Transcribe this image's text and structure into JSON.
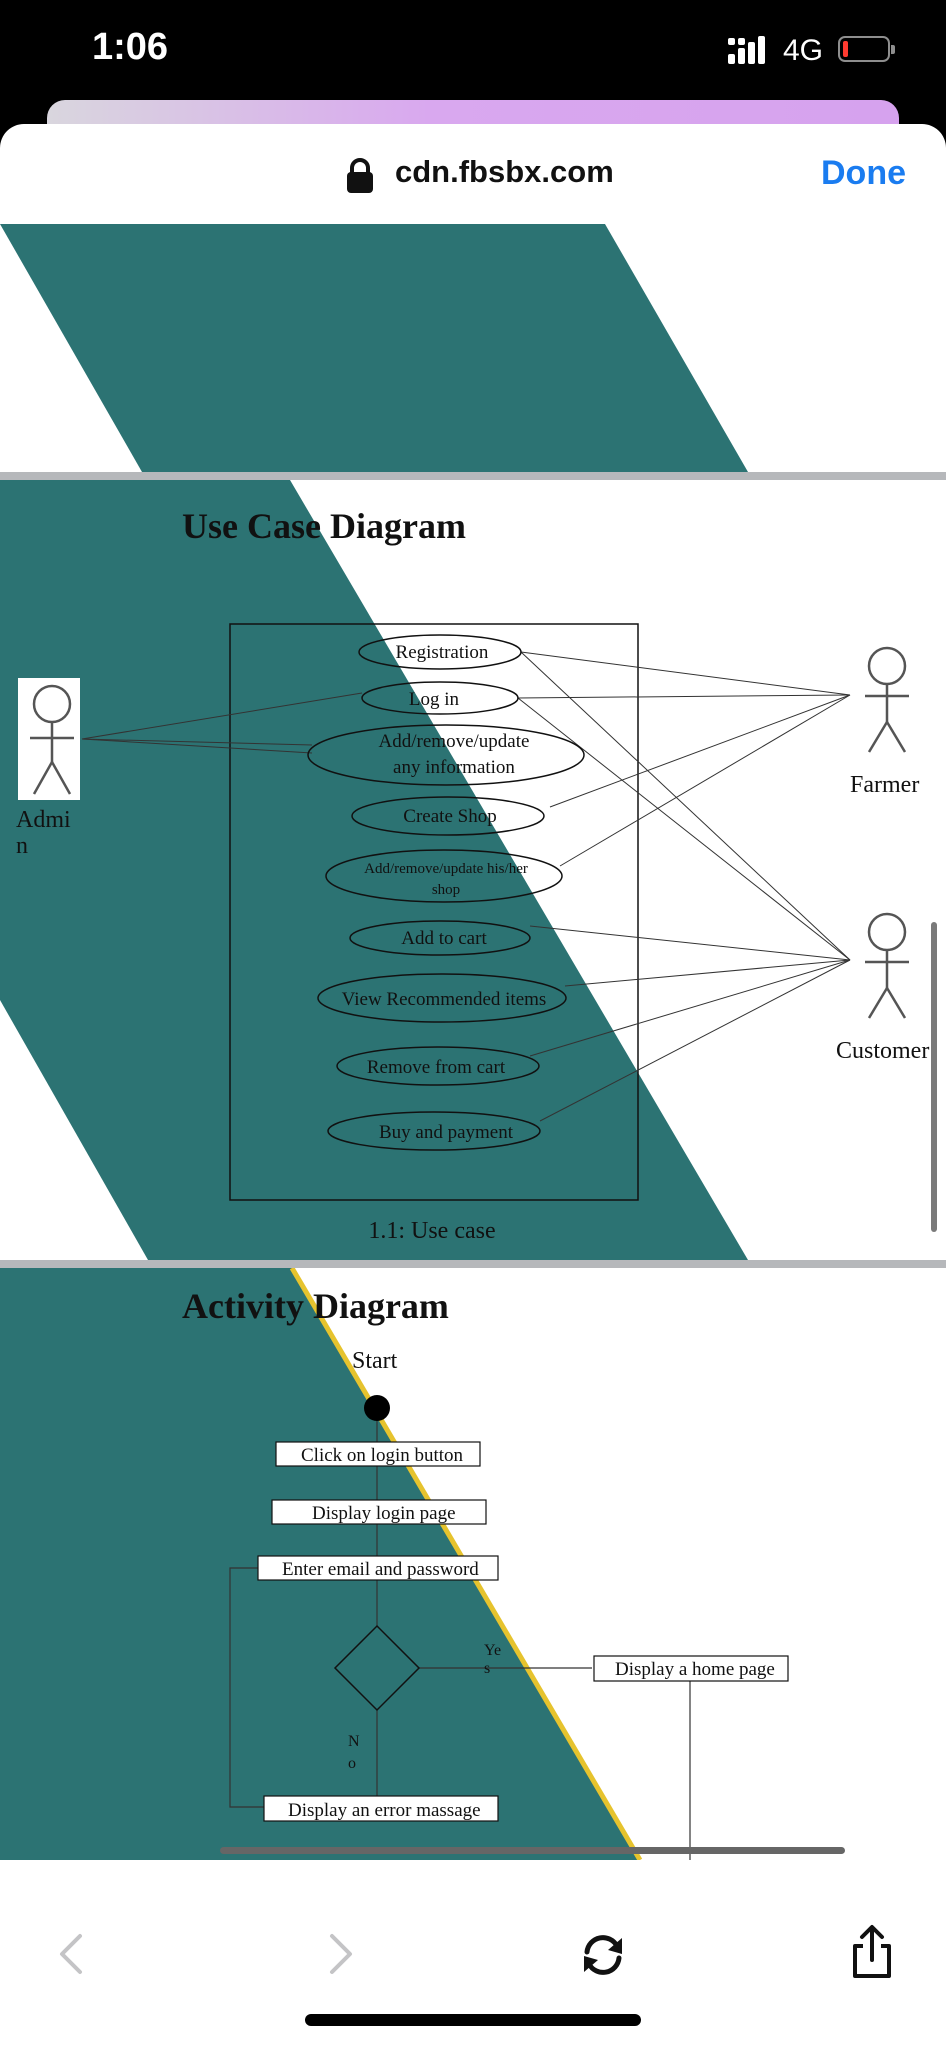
{
  "status_bar": {
    "time": "1:06",
    "network": "4G"
  },
  "browser": {
    "url": "cdn.fbsbx.com",
    "done_label": "Done"
  },
  "use_case": {
    "title": "Use Case Diagram",
    "caption": "1.1: Use case",
    "actors": {
      "admin_line1": "Admi",
      "admin_line2": "n",
      "farmer": "Farmer",
      "customer": "Customer"
    },
    "cases": [
      "Registration",
      "Log in",
      "Add/remove/update",
      "any information",
      "Create Shop",
      "Add/remove/update his/her",
      "shop",
      "Add to cart",
      "View Recommended items",
      "Remove from cart",
      "Buy and payment"
    ]
  },
  "activity": {
    "title": "Activity Diagram",
    "start": "Start",
    "steps": [
      "Click on login button",
      "Display login page",
      "Enter email and password",
      "Display a home page",
      "Display an error massage"
    ],
    "yes_1": "Ye",
    "yes_2": "s",
    "no_1": "N",
    "no_2": "o"
  },
  "toolbar_icons": [
    "back-icon",
    "forward-icon",
    "reload-icon",
    "share-icon"
  ],
  "colors": {
    "teal": "#2c7373",
    "link_blue": "#1a7cf0",
    "accent_yellow": "#e6c32e"
  }
}
